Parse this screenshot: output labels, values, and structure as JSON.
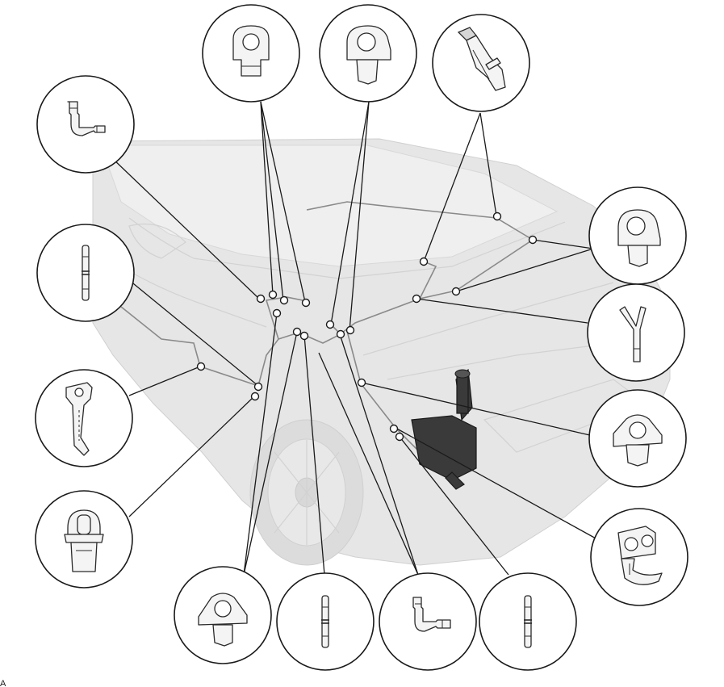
{
  "figure": {
    "subject": "windshield-washer-hose-routing",
    "accent_color": "#1a1a1a",
    "hose_color": "#8a8a8a",
    "background_color": "#ffffff"
  },
  "callouts": [
    {
      "id": "c1",
      "part": "elbow-connector-icon"
    },
    {
      "id": "c2",
      "part": "hose-clip-icon"
    },
    {
      "id": "c3",
      "part": "hose-clip-icon"
    },
    {
      "id": "c4",
      "part": "nozzle-check-valve-icon"
    },
    {
      "id": "c5",
      "part": "straight-joint-icon"
    },
    {
      "id": "c6",
      "part": "hose-clip-icon"
    },
    {
      "id": "c7",
      "part": "y-joint-icon"
    },
    {
      "id": "c8",
      "part": "fender-clip-icon"
    },
    {
      "id": "c9",
      "part": "hose-clip-icon"
    },
    {
      "id": "c10",
      "part": "post-clip-icon"
    },
    {
      "id": "c11",
      "part": "band-clamp-icon"
    },
    {
      "id": "c12",
      "part": "hose-clip-icon"
    },
    {
      "id": "c13",
      "part": "straight-joint-icon"
    },
    {
      "id": "c14",
      "part": "elbow-connector-icon"
    },
    {
      "id": "c15",
      "part": "straight-joint-icon"
    }
  ],
  "corner_mark": "A"
}
